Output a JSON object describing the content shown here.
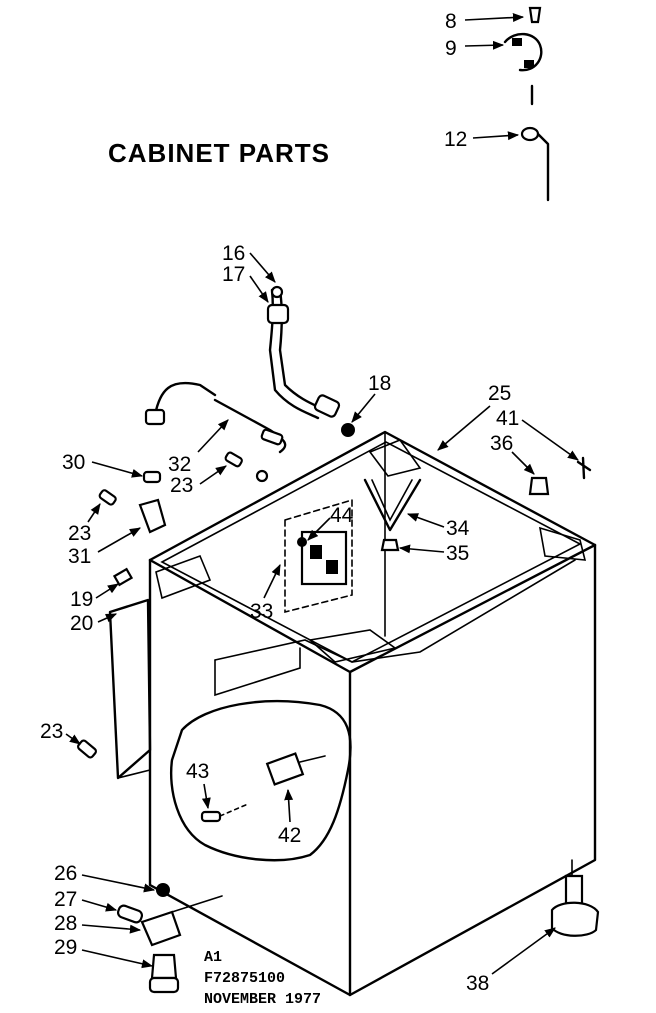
{
  "title": "CABINET PARTS",
  "callouts": [
    "8",
    "9",
    "12",
    "16",
    "17",
    "18",
    "25",
    "41",
    "36",
    "30",
    "32",
    "23",
    "23",
    "31",
    "44",
    "34",
    "35",
    "33",
    "19",
    "20",
    "23",
    "43",
    "42",
    "26",
    "27",
    "28",
    "29",
    "38"
  ],
  "footer": {
    "line1": "A1",
    "line2": "F72875100",
    "line3": "NOVEMBER 1977"
  },
  "colors": {
    "ink": "#000000",
    "paper": "#ffffff"
  }
}
